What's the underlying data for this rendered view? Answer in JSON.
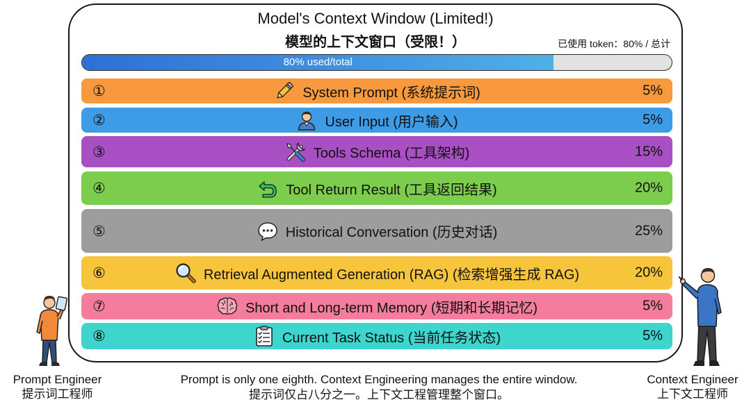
{
  "title_en": "Model's Context Window (Limited!)",
  "title_zh": "模型的上下文窗口（受限！）",
  "usage_note": "已使用 token：80% / 总计",
  "usage_bar": {
    "label": "80% used/total",
    "fraction": 0.8
  },
  "rows": [
    {
      "num": "①",
      "icon": "pencil-icon",
      "label": "System Prompt (系统提示词)",
      "pct": "5%",
      "color": "#f8993d"
    },
    {
      "num": "②",
      "icon": "user-icon",
      "label": "User Input (用户输入)",
      "pct": "5%",
      "color": "#3e9be6"
    },
    {
      "num": "③",
      "icon": "tools-icon",
      "label": "Tools Schema (工具架构)",
      "pct": "15%",
      "color": "#a94fc4"
    },
    {
      "num": "④",
      "icon": "return-arrow-icon",
      "label": "Tool Return Result (工具返回结果)",
      "pct": "20%",
      "color": "#7ccc4e"
    },
    {
      "num": "⑤",
      "icon": "chat-bubble-icon",
      "label": "Historical Conversation (历史对话)",
      "pct": "25%",
      "color": "#9d9d9d"
    },
    {
      "num": "⑥",
      "icon": "magnifier-icon",
      "label": "Retrieval Augmented Generation (RAG) (检索增强生成 RAG)",
      "pct": "20%",
      "color": "#f6c53c"
    },
    {
      "num": "⑦",
      "icon": "brain-icon",
      "label": "Short and Long-term Memory (短期和长期记忆)",
      "pct": "5%",
      "color": "#f47d9e"
    },
    {
      "num": "⑧",
      "icon": "clipboard-checklist-icon",
      "label": "Current Task Status (当前任务状态)",
      "pct": "5%",
      "color": "#3ed5cf"
    }
  ],
  "prompt_engineer": {
    "en": "Prompt Engineer",
    "zh": "提示词工程师"
  },
  "context_engineer": {
    "en": "Context Engineer",
    "zh": "上下文工程师"
  },
  "footer": {
    "en": "Prompt is only one eighth. Context Engineering manages the entire window.",
    "zh": "提示词仅占八分之一。上下文工程管理整个窗口。"
  }
}
